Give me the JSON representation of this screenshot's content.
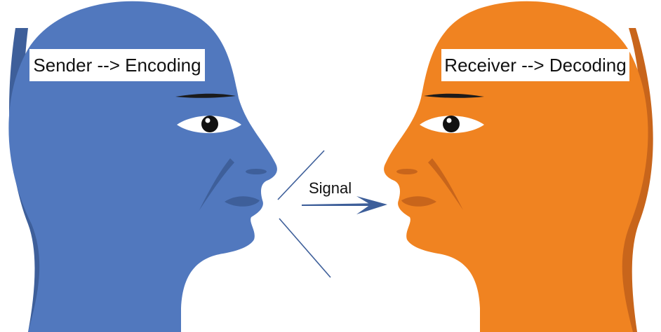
{
  "sender": {
    "label": "Sender --> Encoding",
    "color": "#5178be",
    "shade": "#3e5f9a"
  },
  "receiver": {
    "label": "Receiver --> Decoding",
    "color": "#f08321",
    "shade": "#c8651b"
  },
  "signal": {
    "label": "Signal",
    "color": "#3e5f9a"
  }
}
